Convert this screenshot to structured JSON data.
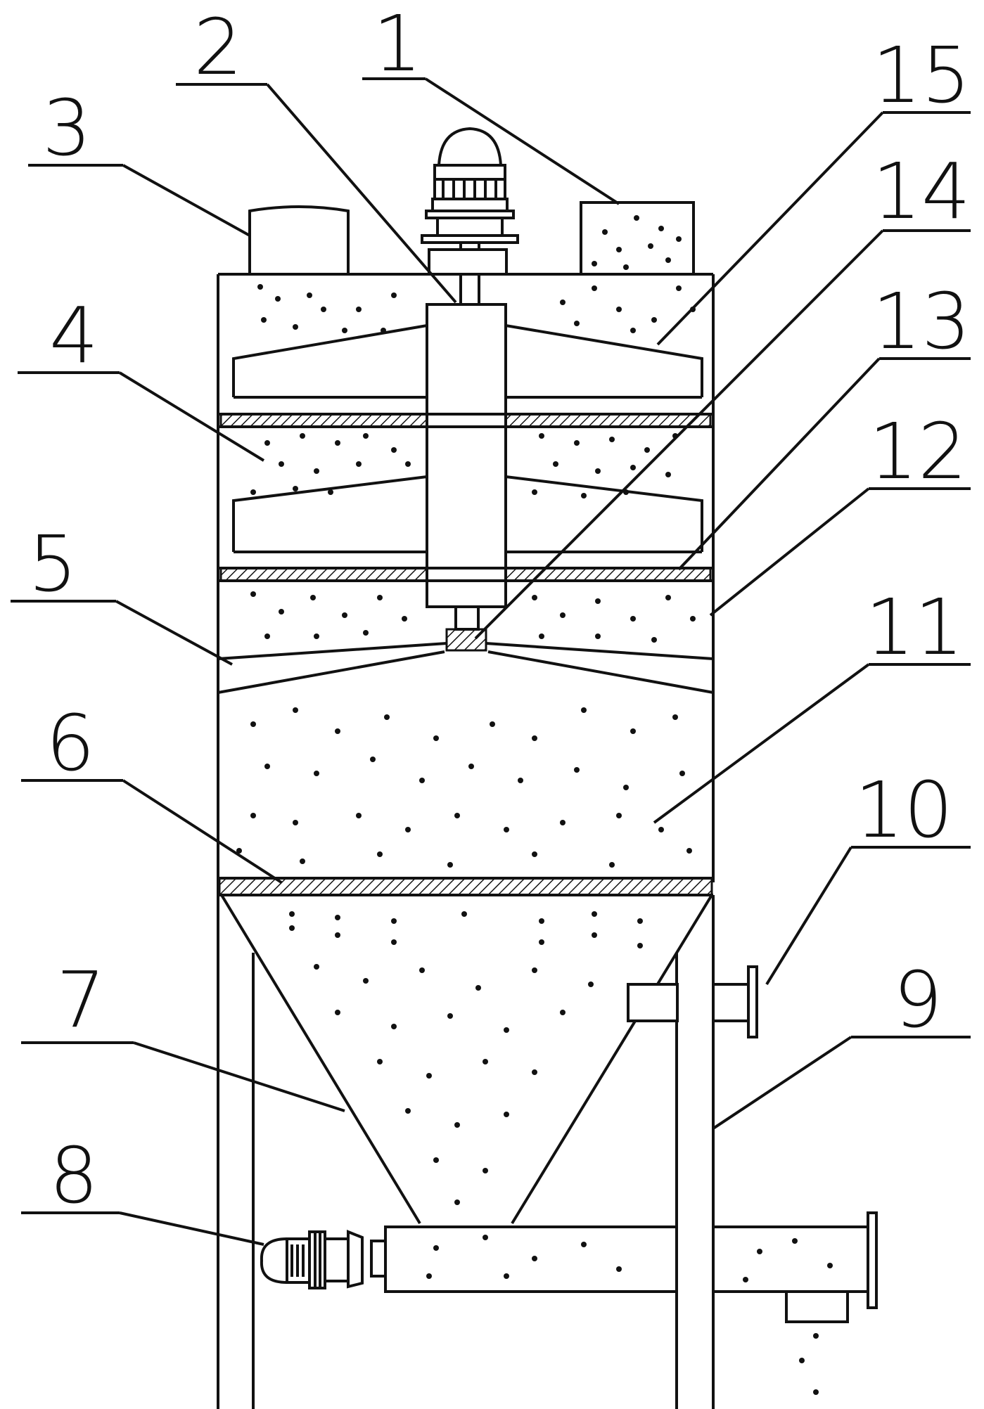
{
  "labels": {
    "l1": "1",
    "l2": "2",
    "l3": "3",
    "l4": "4",
    "l5": "5",
    "l6": "6",
    "l7": "7",
    "l8": "8",
    "l9": "9",
    "l10": "10",
    "l11": "11",
    "l12": "12",
    "l13": "13",
    "l14": "14",
    "l15": "15"
  },
  "colors": {
    "ink": "#111111",
    "paper": "#ffffff"
  }
}
